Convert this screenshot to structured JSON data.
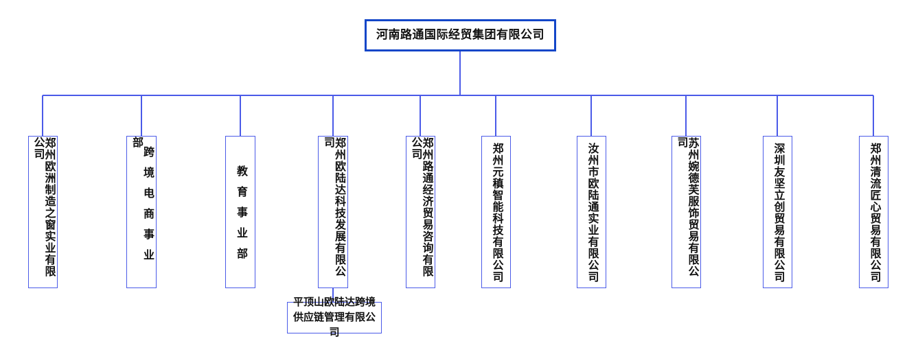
{
  "chart": {
    "type": "org-chart",
    "title": "河南路通国际经贸集团有限公司组织架构图",
    "line_color": "#4a5ae8",
    "root_border_color": "#1346c8",
    "box_fill": "#ffffff",
    "text_color": "#111111",
    "root": {
      "label": "河南路通国际经贸集团有限公司",
      "orientation": "horizontal"
    },
    "children": [
      {
        "label": "郑州欧洲制造之窗实业有限公司",
        "orientation": "vertical",
        "spacing": "tight"
      },
      {
        "label": "跨境电商事业部",
        "orientation": "vertical",
        "spacing": "spaced"
      },
      {
        "label": "教育事业部",
        "orientation": "vertical",
        "spacing": "spaced"
      },
      {
        "label": "郑州欧陆达科技发展有限公司",
        "orientation": "vertical",
        "spacing": "tight"
      },
      {
        "label": "郑州路通经济贸易咨询有限公司",
        "orientation": "vertical",
        "spacing": "tight"
      },
      {
        "label": "郑州元稹智能科技有限公司",
        "orientation": "vertical",
        "spacing": "tight"
      },
      {
        "label": "汝州市欧陆通实业有限公司",
        "orientation": "vertical",
        "spacing": "tight"
      },
      {
        "label": "苏州婉德芙服饰贸易有限公司",
        "orientation": "vertical",
        "spacing": "tight"
      },
      {
        "label": "深圳友坚立创贸易有限公司",
        "orientation": "vertical",
        "spacing": "tight"
      },
      {
        "label": "郑州清流匠心贸易有限公司",
        "orientation": "vertical",
        "spacing": "tight"
      }
    ],
    "grandchildren": [
      {
        "parent_label": "郑州欧陆达科技发展有限公司",
        "label": "平顶山欧陆达跨境供应链管理有限公司",
        "line1": "平顶山欧陆达跨境",
        "line2": "供应链管理有限公司",
        "orientation": "horizontal"
      }
    ]
  }
}
